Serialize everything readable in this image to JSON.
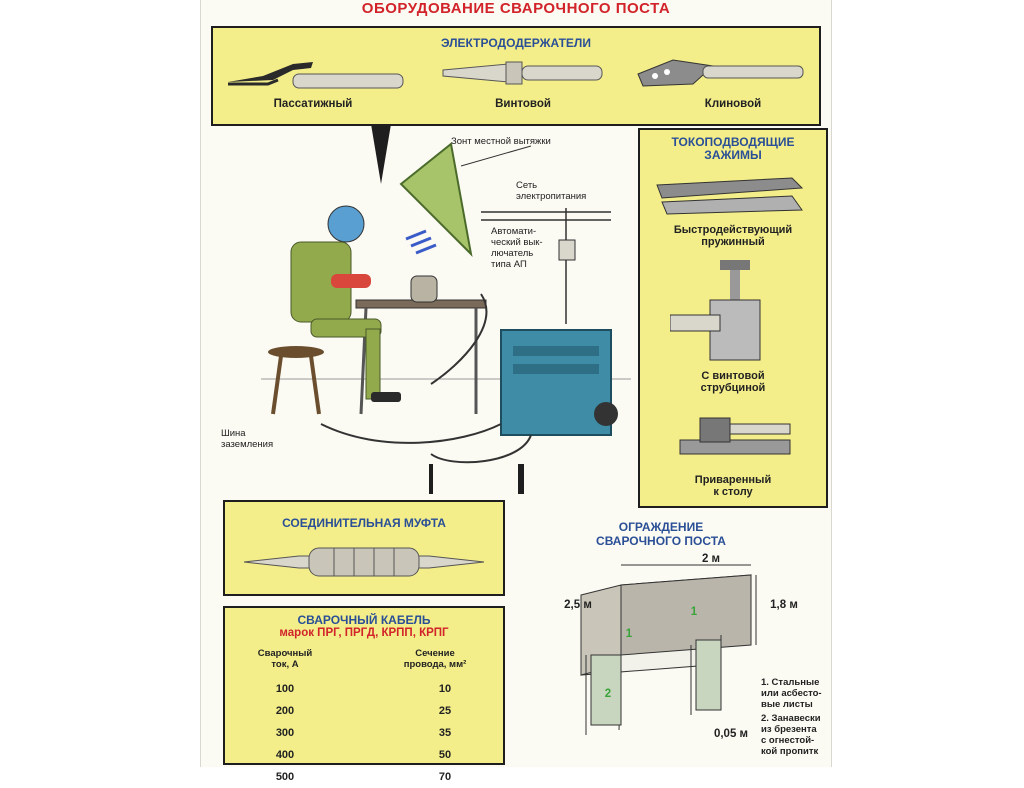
{
  "title": "ОБОРУДОВАНИЕ СВАРОЧНОГО ПОСТА",
  "holders": {
    "heading": "ЭЛЕКТРОДОДЕРЖАТЕЛИ",
    "items": [
      "Пассатижный",
      "Винтовой",
      "Клиновой"
    ]
  },
  "scene": {
    "hood": "Зонт местной вытяжки",
    "network": "Сеть\nэлектропитания",
    "breaker": "Автомати-\nческий вык-\nлючатель\nтипа АП",
    "ground_bus": "Шина\nзаземления"
  },
  "clamps": {
    "heading": "ТОКОПОДВОДЯЩИЕ\nЗАЖИМЫ",
    "items": [
      "Быстродействующий\nпружинный",
      "С винтовой\nструбциной",
      "Приваренный\nк столу"
    ]
  },
  "coupling": {
    "heading": "СОЕДИНИТЕЛЬНАЯ МУФТА"
  },
  "cable": {
    "heading": "СВАРОЧНЫЙ КАБЕЛЬ",
    "brands": "марок ПРГ, ПРГД, КРПП, КРПГ",
    "col1": "Сварочный\nток, А",
    "col2": "Сечение\nпровода, мм²",
    "rows": [
      {
        "current": "100",
        "section": "10"
      },
      {
        "current": "200",
        "section": "25"
      },
      {
        "current": "300",
        "section": "35"
      },
      {
        "current": "400",
        "section": "50"
      },
      {
        "current": "500",
        "section": "70"
      }
    ]
  },
  "fence": {
    "heading": "ОГРАЖДЕНИЕ\nСВАРОЧНОГО ПОСТА",
    "dims": [
      "2 м",
      "2,5 м",
      "1,8 м",
      "0,05 м"
    ],
    "markers": [
      "1",
      "1",
      "2"
    ],
    "notes": [
      "1. Стальные\nили асбесто-\nвые листы",
      "2. Занавески\nиз брезента\nс огнестой-\nкой пропитк"
    ]
  },
  "colors": {
    "panel": "#f3ee8a",
    "title": "#d2232a",
    "heading": "#2a4f96",
    "outline": "#1e1e1e"
  }
}
